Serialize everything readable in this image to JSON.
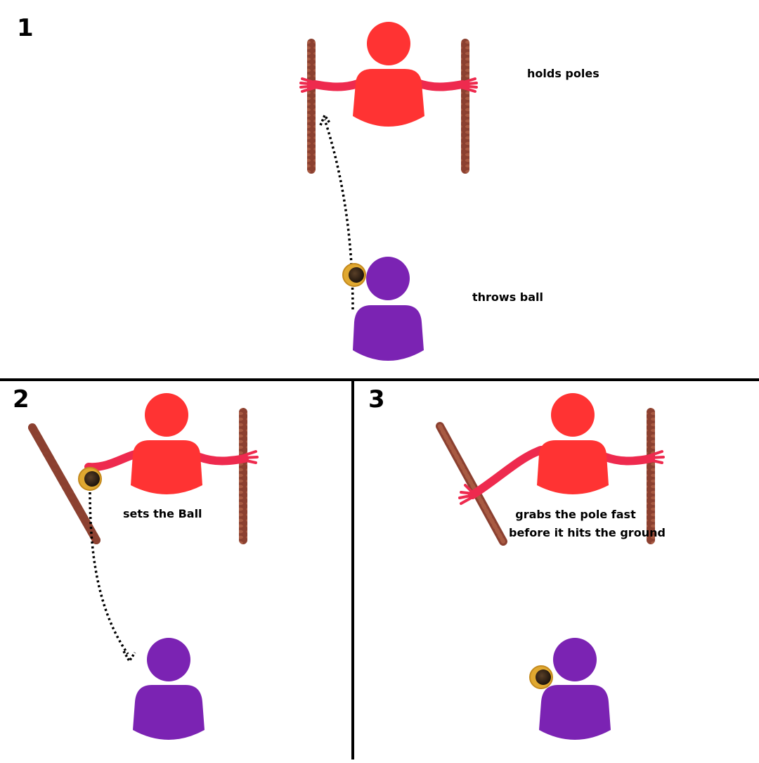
{
  "panels": [
    {
      "number": "1",
      "captions": {
        "holds": "holds poles",
        "throws": "throws ball"
      }
    },
    {
      "number": "2",
      "captions": {
        "sets": "sets the Ball"
      }
    },
    {
      "number": "3",
      "captions": {
        "grabs_line1": "grabs the pole fast",
        "grabs_line2": "before it hits the ground"
      }
    }
  ],
  "colors": {
    "catcher": "#ff3333",
    "thrower": "#7b23b3",
    "pole": "#8b4030",
    "arm": "#ee2a4e",
    "ball_rim": "#e0a830",
    "ball_core": "#3a2a1a",
    "divider": "#000000"
  }
}
